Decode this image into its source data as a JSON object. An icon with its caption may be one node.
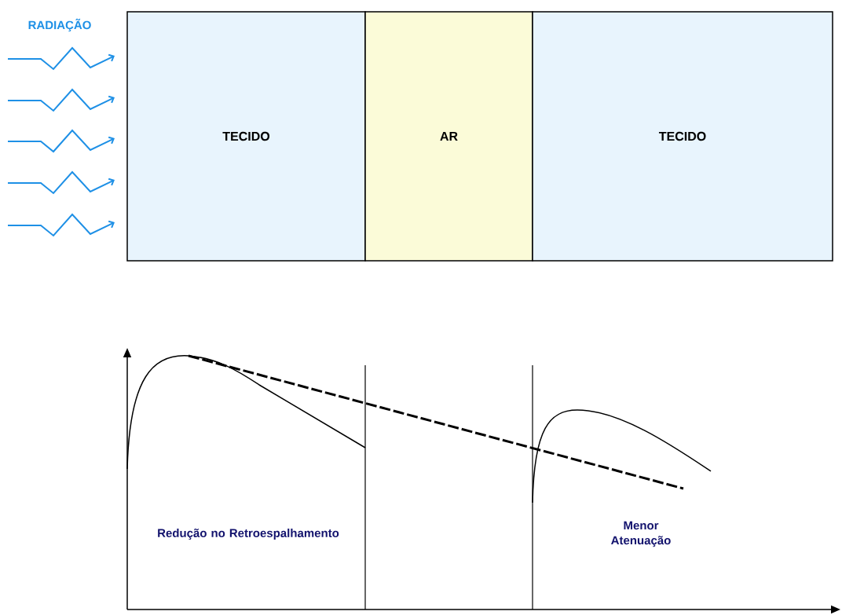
{
  "diagram": {
    "nodes": [
      {
        "text": [
          "TECIDO"
        ]
      },
      {
        "text": [
          "AR"
        ]
      },
      {
        "text": [
          "TECIDO"
        ]
      }
    ],
    "labels": [
      "RADIAÇÃO",
      "Redução no Retroespalhamento",
      "Menor Atenuação"
    ]
  }
}
